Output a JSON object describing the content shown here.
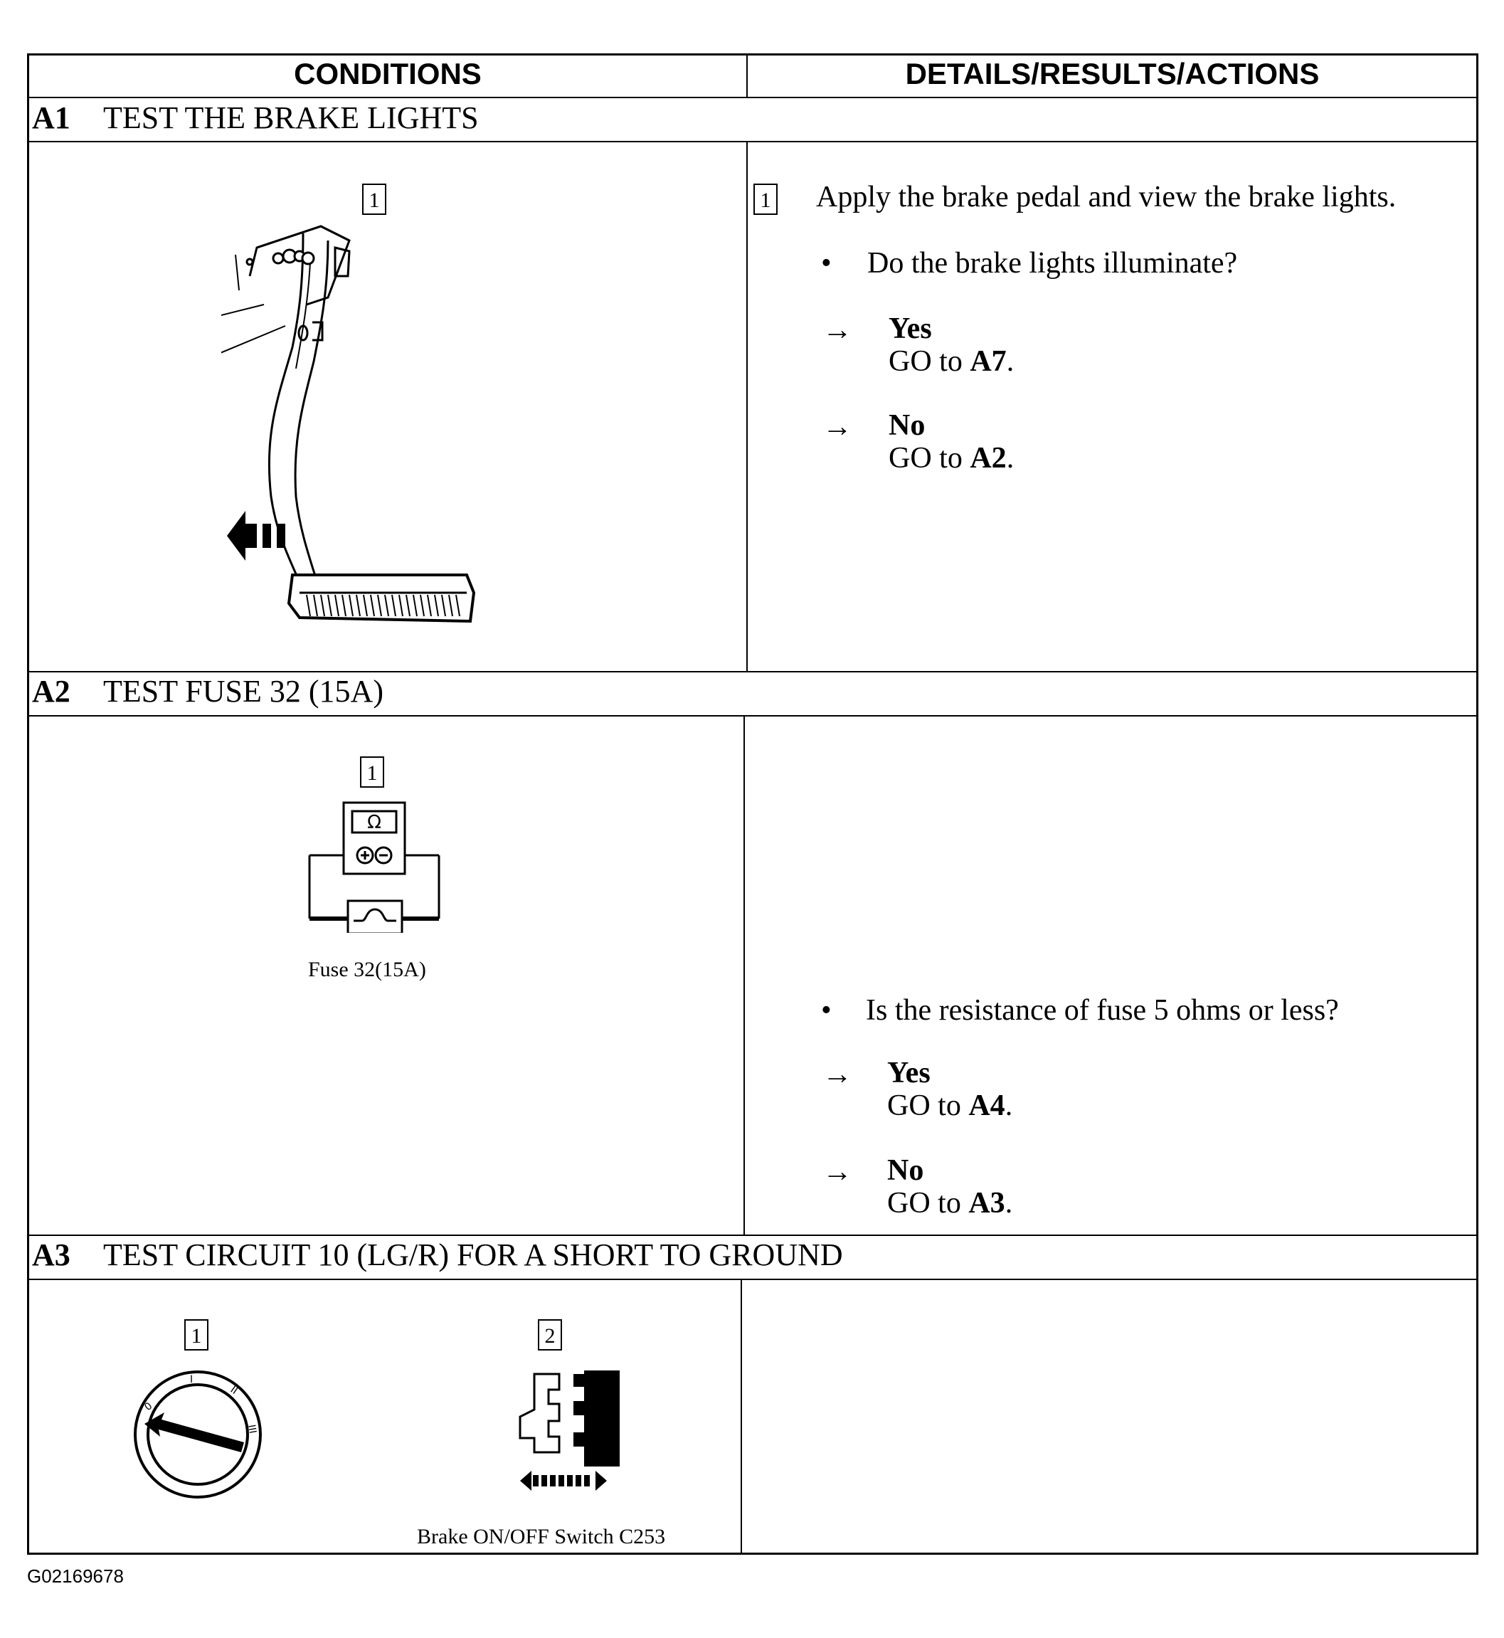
{
  "headers": {
    "conditions": "CONDITIONS",
    "details": "DETAILS/RESULTS/ACTIONS"
  },
  "sections": [
    {
      "id": "A1",
      "title": "TEST THE BRAKE LIGHTS",
      "left_step": "1",
      "right_step": "1",
      "instruction": "Apply the brake pedal and view the brake lights.",
      "question": "Do the brake lights illuminate?",
      "yes_label": "Yes",
      "yes_goto_prefix": "GO to ",
      "yes_goto_target": "A7",
      "no_label": "No",
      "no_goto_prefix": "GO to ",
      "no_goto_target": "A2"
    },
    {
      "id": "A2",
      "title": "TEST FUSE 32 (15A)",
      "left_step": "1",
      "caption": "Fuse 32(15A)",
      "question": "Is the resistance of fuse 5 ohms or less?",
      "yes_label": "Yes",
      "yes_goto_prefix": "GO to ",
      "yes_goto_target": "A4",
      "no_label": "No",
      "no_goto_prefix": "GO to ",
      "no_goto_target": "A3"
    },
    {
      "id": "A3",
      "title": "TEST CIRCUIT 10 (LG/R) FOR A SHORT TO GROUND",
      "left_step_1": "1",
      "left_step_2": "2",
      "caption": "Brake ON/OFF Switch C253"
    }
  ],
  "symbols": {
    "bullet": "•",
    "arrow": "→",
    "ohm": "Ω",
    "ignition_positions": [
      "0",
      "I",
      "II",
      "III"
    ]
  },
  "figure_code": "G02169678"
}
